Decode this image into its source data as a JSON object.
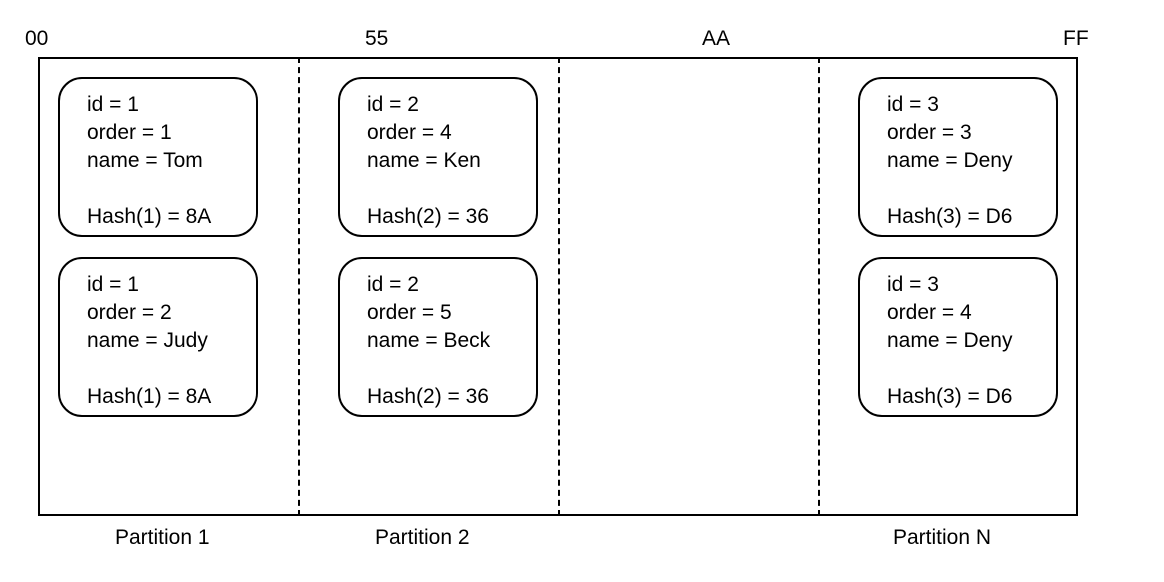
{
  "range_labels": [
    "00",
    "55",
    "AA",
    "FF"
  ],
  "partitions": [
    {
      "label": "Partition 1",
      "records": [
        {
          "id": "id = 1",
          "order": "order = 1",
          "name": "name = Tom",
          "hash": "Hash(1) = 8A"
        },
        {
          "id": "id = 1",
          "order": "order = 2",
          "name": "name = Judy",
          "hash": "Hash(1) = 8A"
        }
      ]
    },
    {
      "label": "Partition 2",
      "records": [
        {
          "id": "id = 2",
          "order": "order = 4",
          "name": "name = Ken",
          "hash": "Hash(2) = 36"
        },
        {
          "id": "id = 2",
          "order": "order = 5",
          "name": "name = Beck",
          "hash": "Hash(2) = 36"
        }
      ]
    },
    {
      "label": "Partition N",
      "records": [
        {
          "id": "id = 3",
          "order": "order = 3",
          "name": "name = Deny",
          "hash": "Hash(3) = D6"
        },
        {
          "id": "id = 3",
          "order": "order = 4",
          "name": "name = Deny",
          "hash": "Hash(3) = D6"
        }
      ]
    }
  ]
}
